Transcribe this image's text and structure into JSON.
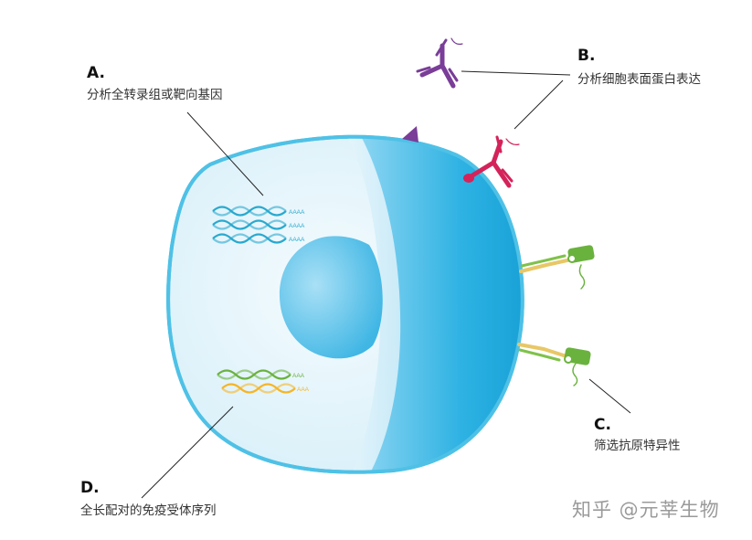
{
  "labels": {
    "a": {
      "letter": "A.",
      "text": "分析全转录组或靶向基因"
    },
    "b": {
      "letter": "B.",
      "text": "分析细胞表面蛋白表达"
    },
    "c": {
      "letter": "C.",
      "text": "筛选抗原特异性"
    },
    "d": {
      "letter": "D.",
      "text": "全长配对的免疫受体序列"
    }
  },
  "polya_tags": {
    "blue_1": "AAAA",
    "blue_2": "AAAA",
    "blue_3": "AAAA",
    "green": "AAA",
    "orange": "AAA"
  },
  "watermark": "知乎 @元莘生物",
  "colors": {
    "cell_light": "#dff2fa",
    "cell_edge": "#4fc1e6",
    "cell_dark": "#1aa3d6",
    "nucleus": "#5cc3ea",
    "rna_blue": "#29a9cf",
    "rna_green": "#6ab23e",
    "rna_orange": "#f5b526",
    "antibody_purple": "#7a3d98",
    "antibody_red": "#d4235a",
    "tcr_green": "#7fc24a",
    "tcr_yellow": "#e8c766"
  }
}
